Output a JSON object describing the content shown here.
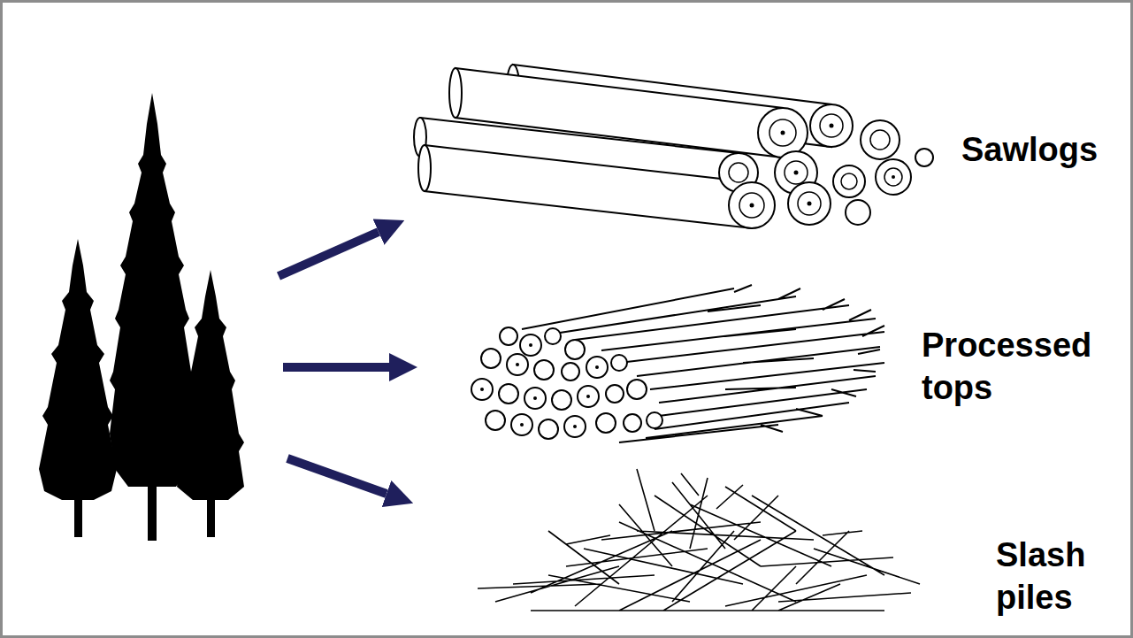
{
  "diagram": {
    "labels": [
      "Sawlogs",
      "Processed tops",
      "Slash piles"
    ]
  }
}
